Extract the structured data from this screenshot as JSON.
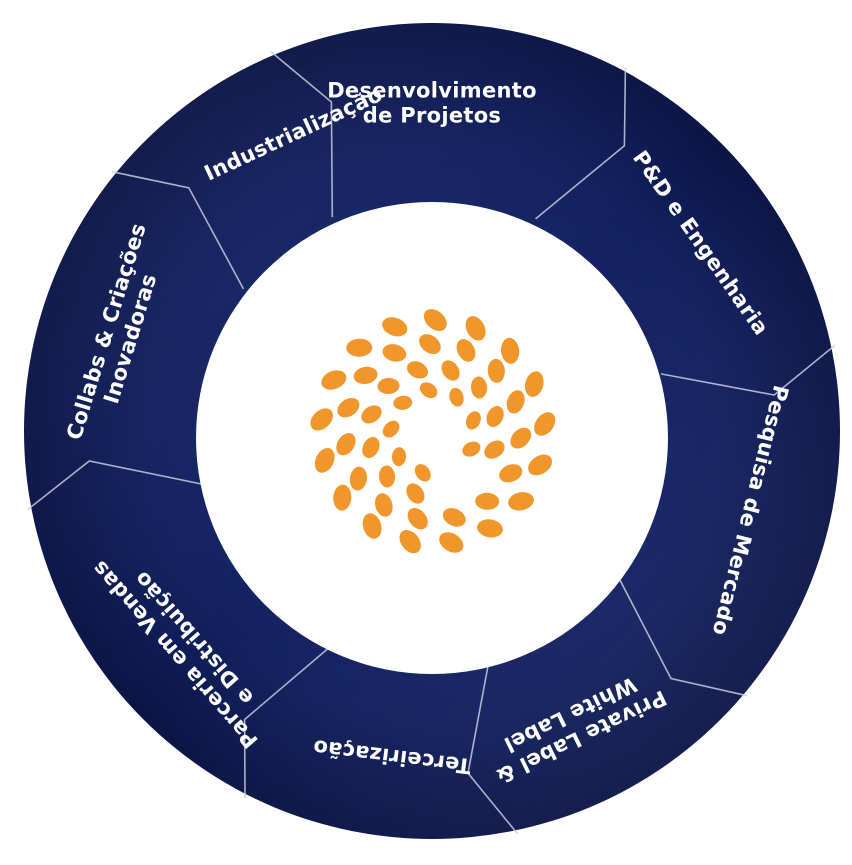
{
  "cycle": {
    "colors": {
      "ring": "#0f1d5c",
      "ring_dark": "#081242",
      "divider": "#c9cde0",
      "logo": "#f0962a",
      "center": "#ffffff",
      "text": "#ffffff"
    },
    "segments": [
      {
        "lines": [
          "Desenvolvimento",
          "de Projetos"
        ]
      },
      {
        "lines": [
          "P&D e Engenharia"
        ]
      },
      {
        "lines": [
          "Pesquisa de Mercado"
        ]
      },
      {
        "lines": [
          "Private Label &",
          "White Label"
        ]
      },
      {
        "lines": [
          "Terceirização"
        ]
      },
      {
        "lines": [
          "Parceria em Vendas",
          "e Distribuição"
        ]
      },
      {
        "lines": [
          "Collabs & Criações",
          "Inovadoras"
        ]
      },
      {
        "lines": [
          "Industrialização"
        ]
      }
    ],
    "center_logo": {
      "icon": "orange-petal-spiral-logo-icon"
    }
  }
}
